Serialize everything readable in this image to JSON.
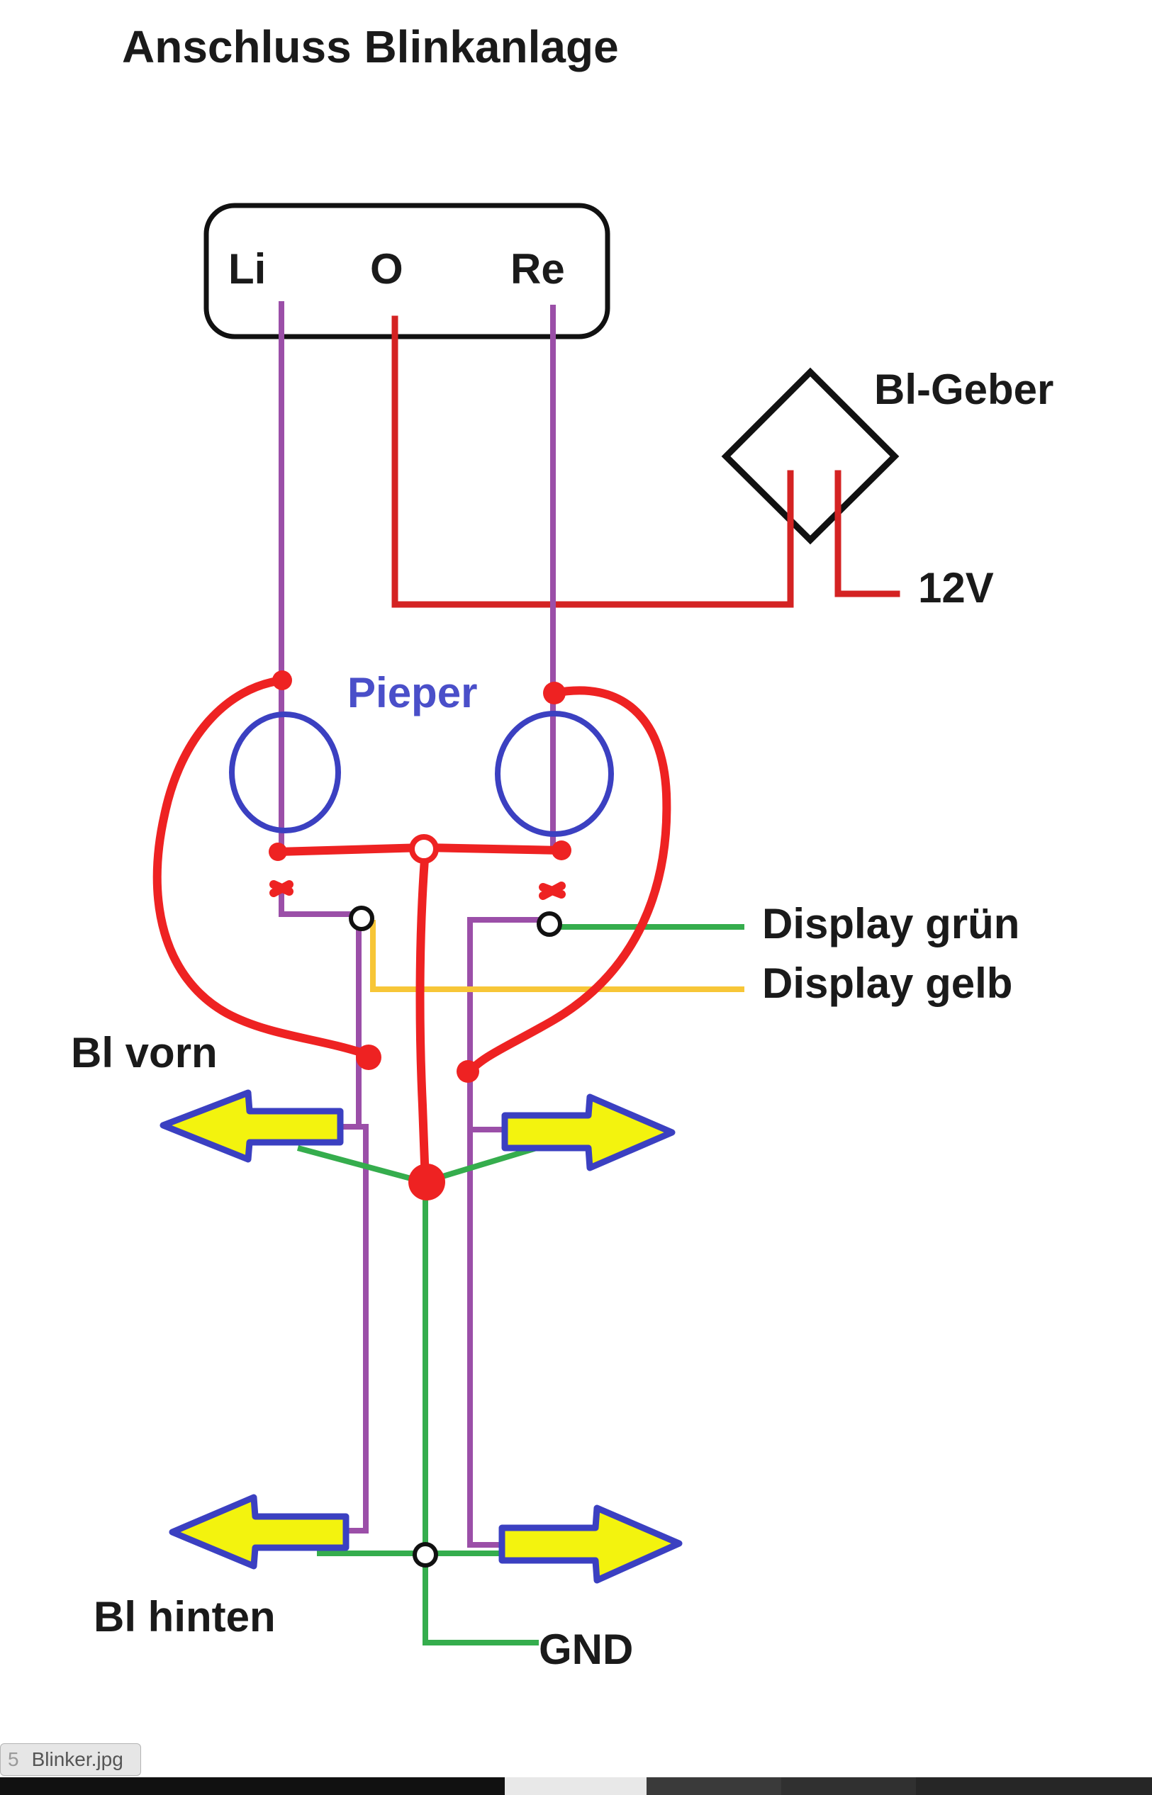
{
  "diagram": {
    "title": "Anschluss Blinkanlage",
    "switch": {
      "left": "Li",
      "center": "O",
      "right": "Re"
    },
    "flasher": "Bl-Geber",
    "supply": "12V",
    "buzzer": "Pieper",
    "display_green": "Display grün",
    "display_yellow": "Display gelb",
    "front": "Bl vorn",
    "rear": "Bl hinten",
    "ground": "GND"
  },
  "colors": {
    "purple": "#9b4fa8",
    "red": "#d42323",
    "marker": "#ee2222",
    "green": "#35ad4d",
    "yellow": "#f7c637",
    "blue": "#3b40c1",
    "arrow_fill": "#f3f30e",
    "black": "#111111"
  },
  "file_chip": {
    "index": "5",
    "name": "Blinker.jpg"
  }
}
